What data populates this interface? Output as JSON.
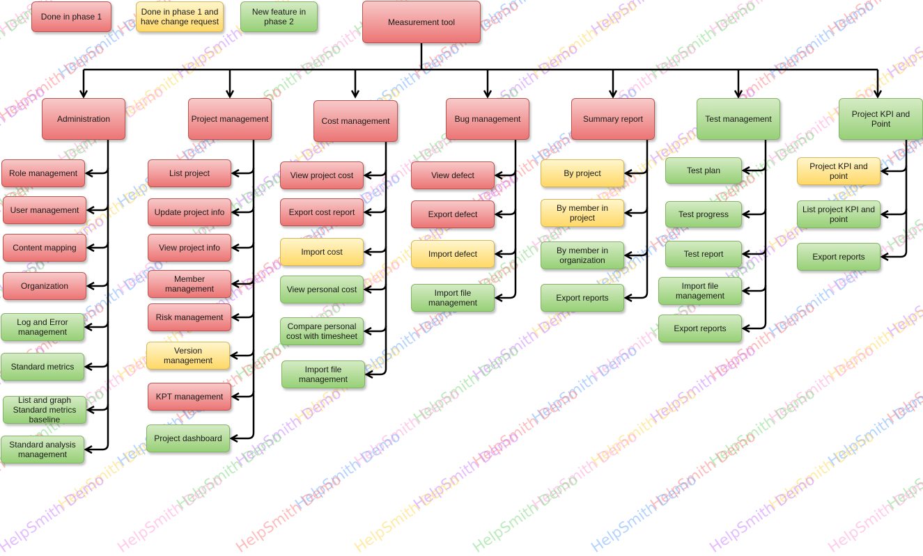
{
  "legend": {
    "done_phase1": "Done in phase 1",
    "change_request": "Done in phase 1 and have change request",
    "new_feature": "New feature in phase 2"
  },
  "root": {
    "label": "Measurement tool"
  },
  "columns": [
    {
      "label": "Administration",
      "color": "red",
      "children": [
        {
          "label": "Role management",
          "color": "red"
        },
        {
          "label": "User management",
          "color": "red"
        },
        {
          "label": "Content mapping",
          "color": "red"
        },
        {
          "label": "Organization",
          "color": "red"
        },
        {
          "label": "Log and Error management",
          "color": "green"
        },
        {
          "label": "Standard metrics",
          "color": "green"
        },
        {
          "label": "List and graph Standard metrics baseline",
          "color": "green"
        },
        {
          "label": "Standard analysis management",
          "color": "green"
        }
      ]
    },
    {
      "label": "Project management",
      "color": "red",
      "children": [
        {
          "label": "List project",
          "color": "red"
        },
        {
          "label": "Update project info",
          "color": "red"
        },
        {
          "label": "View project info",
          "color": "red"
        },
        {
          "label": "Member management",
          "color": "red"
        },
        {
          "label": "Risk management",
          "color": "red"
        },
        {
          "label": "Version management",
          "color": "yellow"
        },
        {
          "label": "KPT management",
          "color": "red"
        },
        {
          "label": "Project dashboard",
          "color": "green"
        }
      ]
    },
    {
      "label": "Cost management",
      "color": "red",
      "children": [
        {
          "label": "View project cost",
          "color": "red"
        },
        {
          "label": "Export cost report",
          "color": "red"
        },
        {
          "label": "Import cost",
          "color": "yellow"
        },
        {
          "label": "View personal cost",
          "color": "green"
        },
        {
          "label": "Compare personal cost with timesheet",
          "color": "green"
        },
        {
          "label": "Import file management",
          "color": "green"
        }
      ]
    },
    {
      "label": "Bug management",
      "color": "red",
      "children": [
        {
          "label": "View defect",
          "color": "red"
        },
        {
          "label": "Export defect",
          "color": "red"
        },
        {
          "label": "Import defect",
          "color": "yellow"
        },
        {
          "label": "Import file management",
          "color": "green"
        }
      ]
    },
    {
      "label": "Summary report",
      "color": "red",
      "children": [
        {
          "label": "By project",
          "color": "yellow"
        },
        {
          "label": "By member in project",
          "color": "yellow"
        },
        {
          "label": "By member  in organization",
          "color": "green"
        },
        {
          "label": "Export reports",
          "color": "green"
        }
      ]
    },
    {
      "label": "Test management",
      "color": "green",
      "children": [
        {
          "label": "Test plan",
          "color": "green"
        },
        {
          "label": "Test progress",
          "color": "green"
        },
        {
          "label": "Test report",
          "color": "green"
        },
        {
          "label": "Import file management",
          "color": "green"
        },
        {
          "label": "Export reports",
          "color": "green"
        }
      ]
    },
    {
      "label": "Project KPI and Point",
      "color": "green",
      "children": [
        {
          "label": "Project KPI and point",
          "color": "yellow"
        },
        {
          "label": "List project KPI and point",
          "color": "green"
        },
        {
          "label": "Export reports",
          "color": "green"
        }
      ]
    }
  ],
  "watermark": "HelpSmith Demo",
  "colors": {
    "red_fill": "#ec7575",
    "yellow_fill": "#ffd866",
    "green_fill": "#97d077",
    "connector": "#000000"
  }
}
